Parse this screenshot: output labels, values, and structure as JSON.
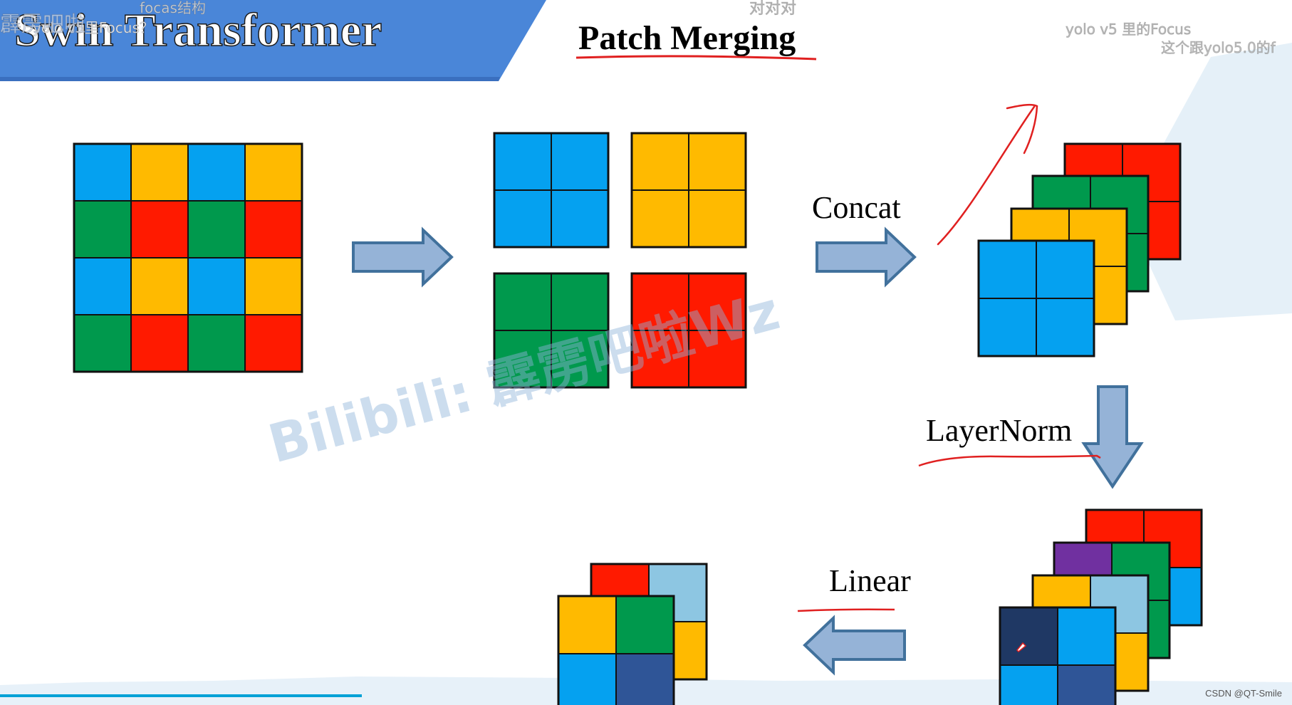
{
  "slide": {
    "header_title": "Swin Transformer",
    "section_title": "Patch Merging",
    "watermark": "Bilibili: 霹雳吧啦Wz",
    "credit": "CSDN @QT-Smile",
    "danmaku": [
      "focas结构",
      "yolo v5里Focus？",
      "霹雳吧啦",
      "对对对",
      "yolo v5 里的Focus",
      "这个跟yolo5.0的f"
    ]
  },
  "colors": {
    "blue": "#05A1F0",
    "yellow": "#FFBA00",
    "green": "#00994D",
    "red": "#FF1A00",
    "purple": "#7030A0",
    "light_blue": "#8DC6E2",
    "navy": "#1F3864",
    "steel_blue": "#2F5597",
    "arrow_fill": "#95B3D7",
    "arrow_stroke": "#41719C",
    "header_blue": "#4A86D8",
    "annotation_red": "#E02020"
  },
  "diagram": {
    "input_grid": [
      [
        "blue",
        "yellow",
        "blue",
        "yellow"
      ],
      [
        "green",
        "red",
        "green",
        "red"
      ],
      [
        "blue",
        "yellow",
        "blue",
        "yellow"
      ],
      [
        "green",
        "red",
        "green",
        "red"
      ]
    ],
    "split_groups": [
      "blue",
      "yellow",
      "green",
      "red"
    ],
    "concat_label": "Concat",
    "concat_stack_back_to_front": [
      "red",
      "green",
      "yellow",
      "blue"
    ],
    "layernorm_label": "LayerNorm",
    "norm_stack_back_to_front": [
      [
        [
          "red",
          "red"
        ],
        [
          "red",
          "blue"
        ]
      ],
      [
        [
          "purple",
          "green"
        ],
        [
          "green",
          "green"
        ]
      ],
      [
        [
          "yellow",
          "light_blue"
        ],
        [
          "light_blue",
          "yellow"
        ]
      ],
      [
        [
          "navy",
          "blue"
        ],
        [
          "blue",
          "steel_blue"
        ]
      ]
    ],
    "linear_label": "Linear",
    "output_stack_back_to_front": [
      [
        [
          "red",
          "light_blue"
        ],
        [
          "light_blue",
          "yellow"
        ]
      ],
      [
        [
          "yellow",
          "green"
        ],
        [
          "blue",
          "steel_blue"
        ]
      ]
    ]
  }
}
